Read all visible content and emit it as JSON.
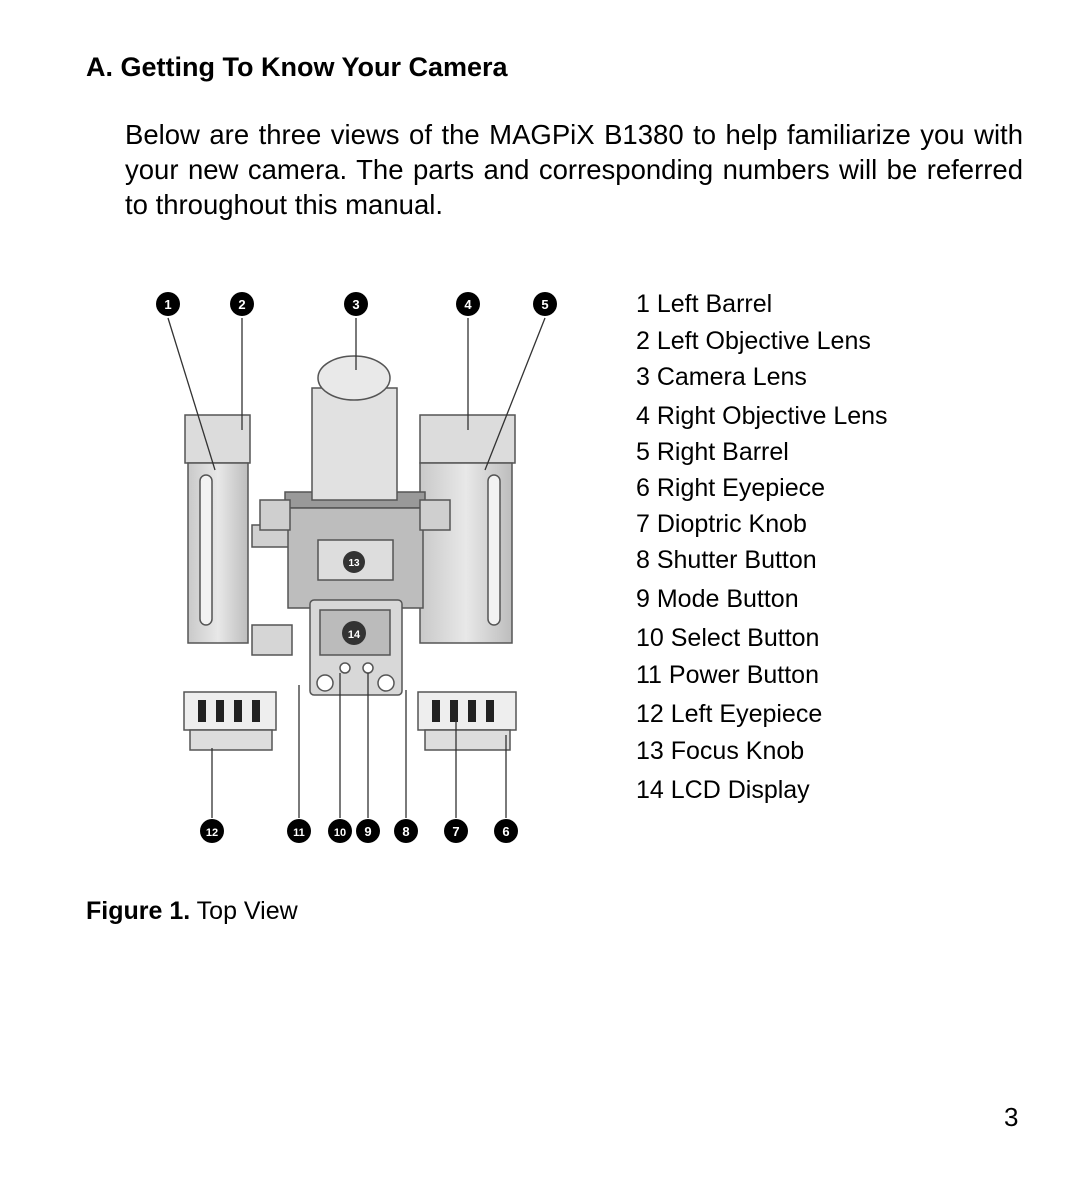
{
  "heading": "A. Getting To Know Your Camera",
  "intro": "Below are three views of the MAGPiX B1380 to help familiarize you with your new camera. The parts and corresponding numbers will be referred to throughout this manual.",
  "parts": [
    "1 Left Barrel",
    "2 Left Objective Lens",
    "3 Camera Lens",
    "4 Right Objective Lens",
    "5 Right Barrel",
    "6 Right Eyepiece",
    "7 Dioptric Knob",
    "8 Shutter Button",
    "9 Mode Button",
    "10 Select Button",
    "11 Power Button",
    "12 Left Eyepiece",
    "13 Focus Knob",
    "14 LCD Display"
  ],
  "figure": {
    "caption_label": "Figure 1.",
    "caption_text": " Top View",
    "callouts": [
      "1",
      "2",
      "3",
      "4",
      "5",
      "12",
      "11",
      "10",
      "9",
      "8",
      "7",
      "6",
      "13",
      "14"
    ]
  },
  "page_number": "3"
}
